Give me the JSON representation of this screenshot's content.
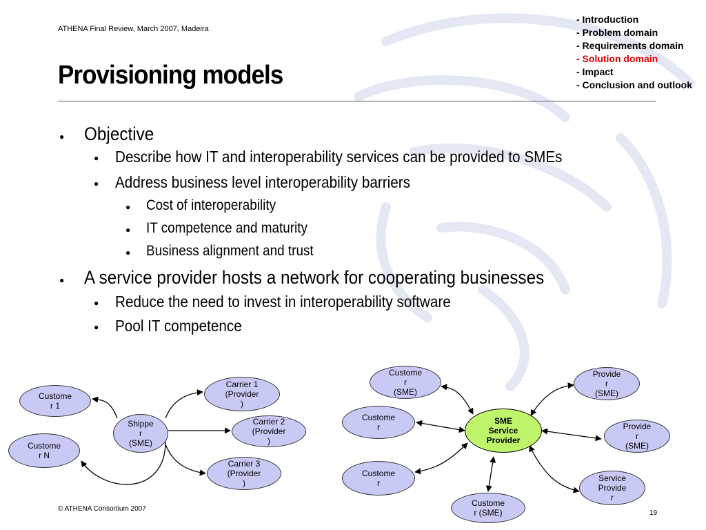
{
  "header": {
    "event": "ATHENA Final Review, March 2007, Madeira",
    "title": "Provisioning models"
  },
  "nav": [
    {
      "label": "- Introduction",
      "active": false
    },
    {
      "label": "- Problem domain",
      "active": false
    },
    {
      "label": "- Requirements domain",
      "active": false
    },
    {
      "label": "- Solution domain",
      "active": true
    },
    {
      "label": "- Impact",
      "active": false
    },
    {
      "label": "- Conclusion and outlook",
      "active": false
    }
  ],
  "bullets": {
    "objective": "Objective",
    "objective_1": "Describe how IT and interoperability services can be provided to SMEs",
    "objective_2": "Address business level interoperability barriers",
    "barrier_1": "Cost of interoperability",
    "barrier_2": "IT competence and maturity",
    "barrier_3": "Business alignment and trust",
    "provider": "A service provider hosts a network for cooperating businesses",
    "provider_1": "Reduce the need to invest in interoperability software",
    "provider_2": "Pool IT competence"
  },
  "diagram_left": {
    "customer_1": "Custome\nr 1",
    "customer_n": "Custome\nr N",
    "shipper": "Shippe\nr\n(SME)",
    "carrier_1": "Carrier 1\n(Provider\n)",
    "carrier_2": "Carrier 2\n(Provider\n)",
    "carrier_3": "Carrier 3\n(Provider\n)"
  },
  "diagram_right": {
    "hub": "SME\nService\nProvider",
    "customer_sme_top": "Custome\nr\n(SME)",
    "customer_a": "Custome\nr",
    "customer_b": "Custome\nr",
    "customer_sme_bottom": "Custome\nr (SME)",
    "provider_sme_top": "Provide\nr\n(SME)",
    "provider_sme_mid": "Provide\nr\n(SME)",
    "service_provider": "Service\nProvide\nr"
  },
  "footer": {
    "copyright": "© ATHENA Consortium 2007",
    "page": "19"
  },
  "colors": {
    "node_fill": "#c9c9f5",
    "hub_fill": "#bff56a",
    "active_nav": "#e00000"
  }
}
